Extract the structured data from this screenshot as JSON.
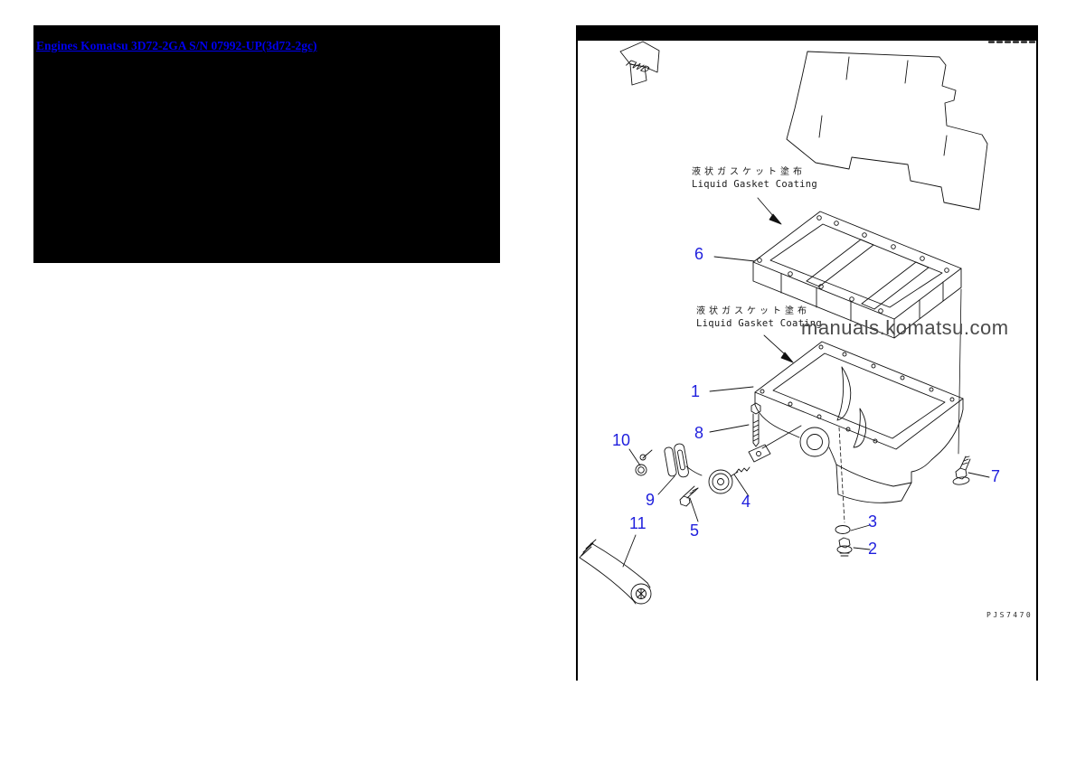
{
  "header": {
    "link_title": "Engines Komatsu 3D72-2GA S/N 07992-UP(3d72-2gc)"
  },
  "figure": {
    "fwd_label": "FWD",
    "watermark": "manuals.komatsu.com",
    "figure_code": "PJS7470",
    "coating_labels": [
      {
        "jp": "液状ガスケット塗布",
        "en": "Liquid Gasket Coating"
      },
      {
        "jp": "液状ガスケット塗布",
        "en": "Liquid Gasket Coating"
      }
    ],
    "callouts": [
      {
        "label": "1"
      },
      {
        "label": "2"
      },
      {
        "label": "3"
      },
      {
        "label": "4"
      },
      {
        "label": "5"
      },
      {
        "label": "6"
      },
      {
        "label": "7"
      },
      {
        "label": "8"
      },
      {
        "label": "9"
      },
      {
        "label": "10"
      },
      {
        "label": "11"
      }
    ]
  },
  "colors": {
    "link_blue": "#0000EE",
    "callout_blue": "#1f1fdd",
    "watermark_gray": "#4b4b4b",
    "line_black": "#111111"
  }
}
